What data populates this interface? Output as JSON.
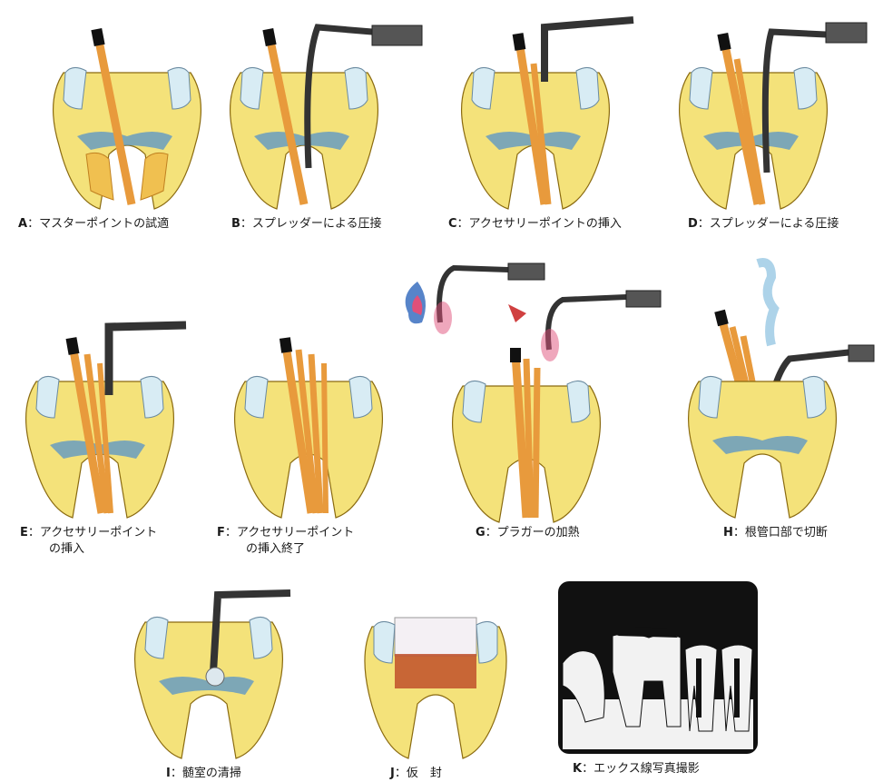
{
  "panels": [
    {
      "letter": "A",
      "caption": "：マスターポイントの試適"
    },
    {
      "letter": "B",
      "caption": "：スプレッダーによる圧接"
    },
    {
      "letter": "C",
      "caption": "：アクセサリーポイントの挿入"
    },
    {
      "letter": "D",
      "caption": "：スプレッダーによる圧接"
    },
    {
      "letter": "E",
      "caption": "：アクセサリーポイント",
      "caption2": "の挿入"
    },
    {
      "letter": "F",
      "caption": "：アクセサリーポイント",
      "caption2": "の挿入終了"
    },
    {
      "letter": "G",
      "caption": "：プラガーの加熱"
    },
    {
      "letter": "H",
      "caption": "：根管口部で切断"
    },
    {
      "letter": "I",
      "caption": "：髄室の清掃"
    },
    {
      "letter": "J",
      "caption": "：仮　封"
    },
    {
      "letter": "K",
      "caption": "：エックス線写真撮影"
    }
  ],
  "colors": {
    "dentin": "#f4e27a",
    "enamel": "#d8ecf4",
    "pulp_edge": "#e0a020",
    "gutta_percha": "#e89a3c",
    "sealer_blue": "#4a8fd0",
    "instrument": "#333333",
    "heat_red": "#e0507a",
    "flame_blue": "#3a6fc0",
    "temp_filling": "#c0502a",
    "xray_black": "#111111"
  }
}
